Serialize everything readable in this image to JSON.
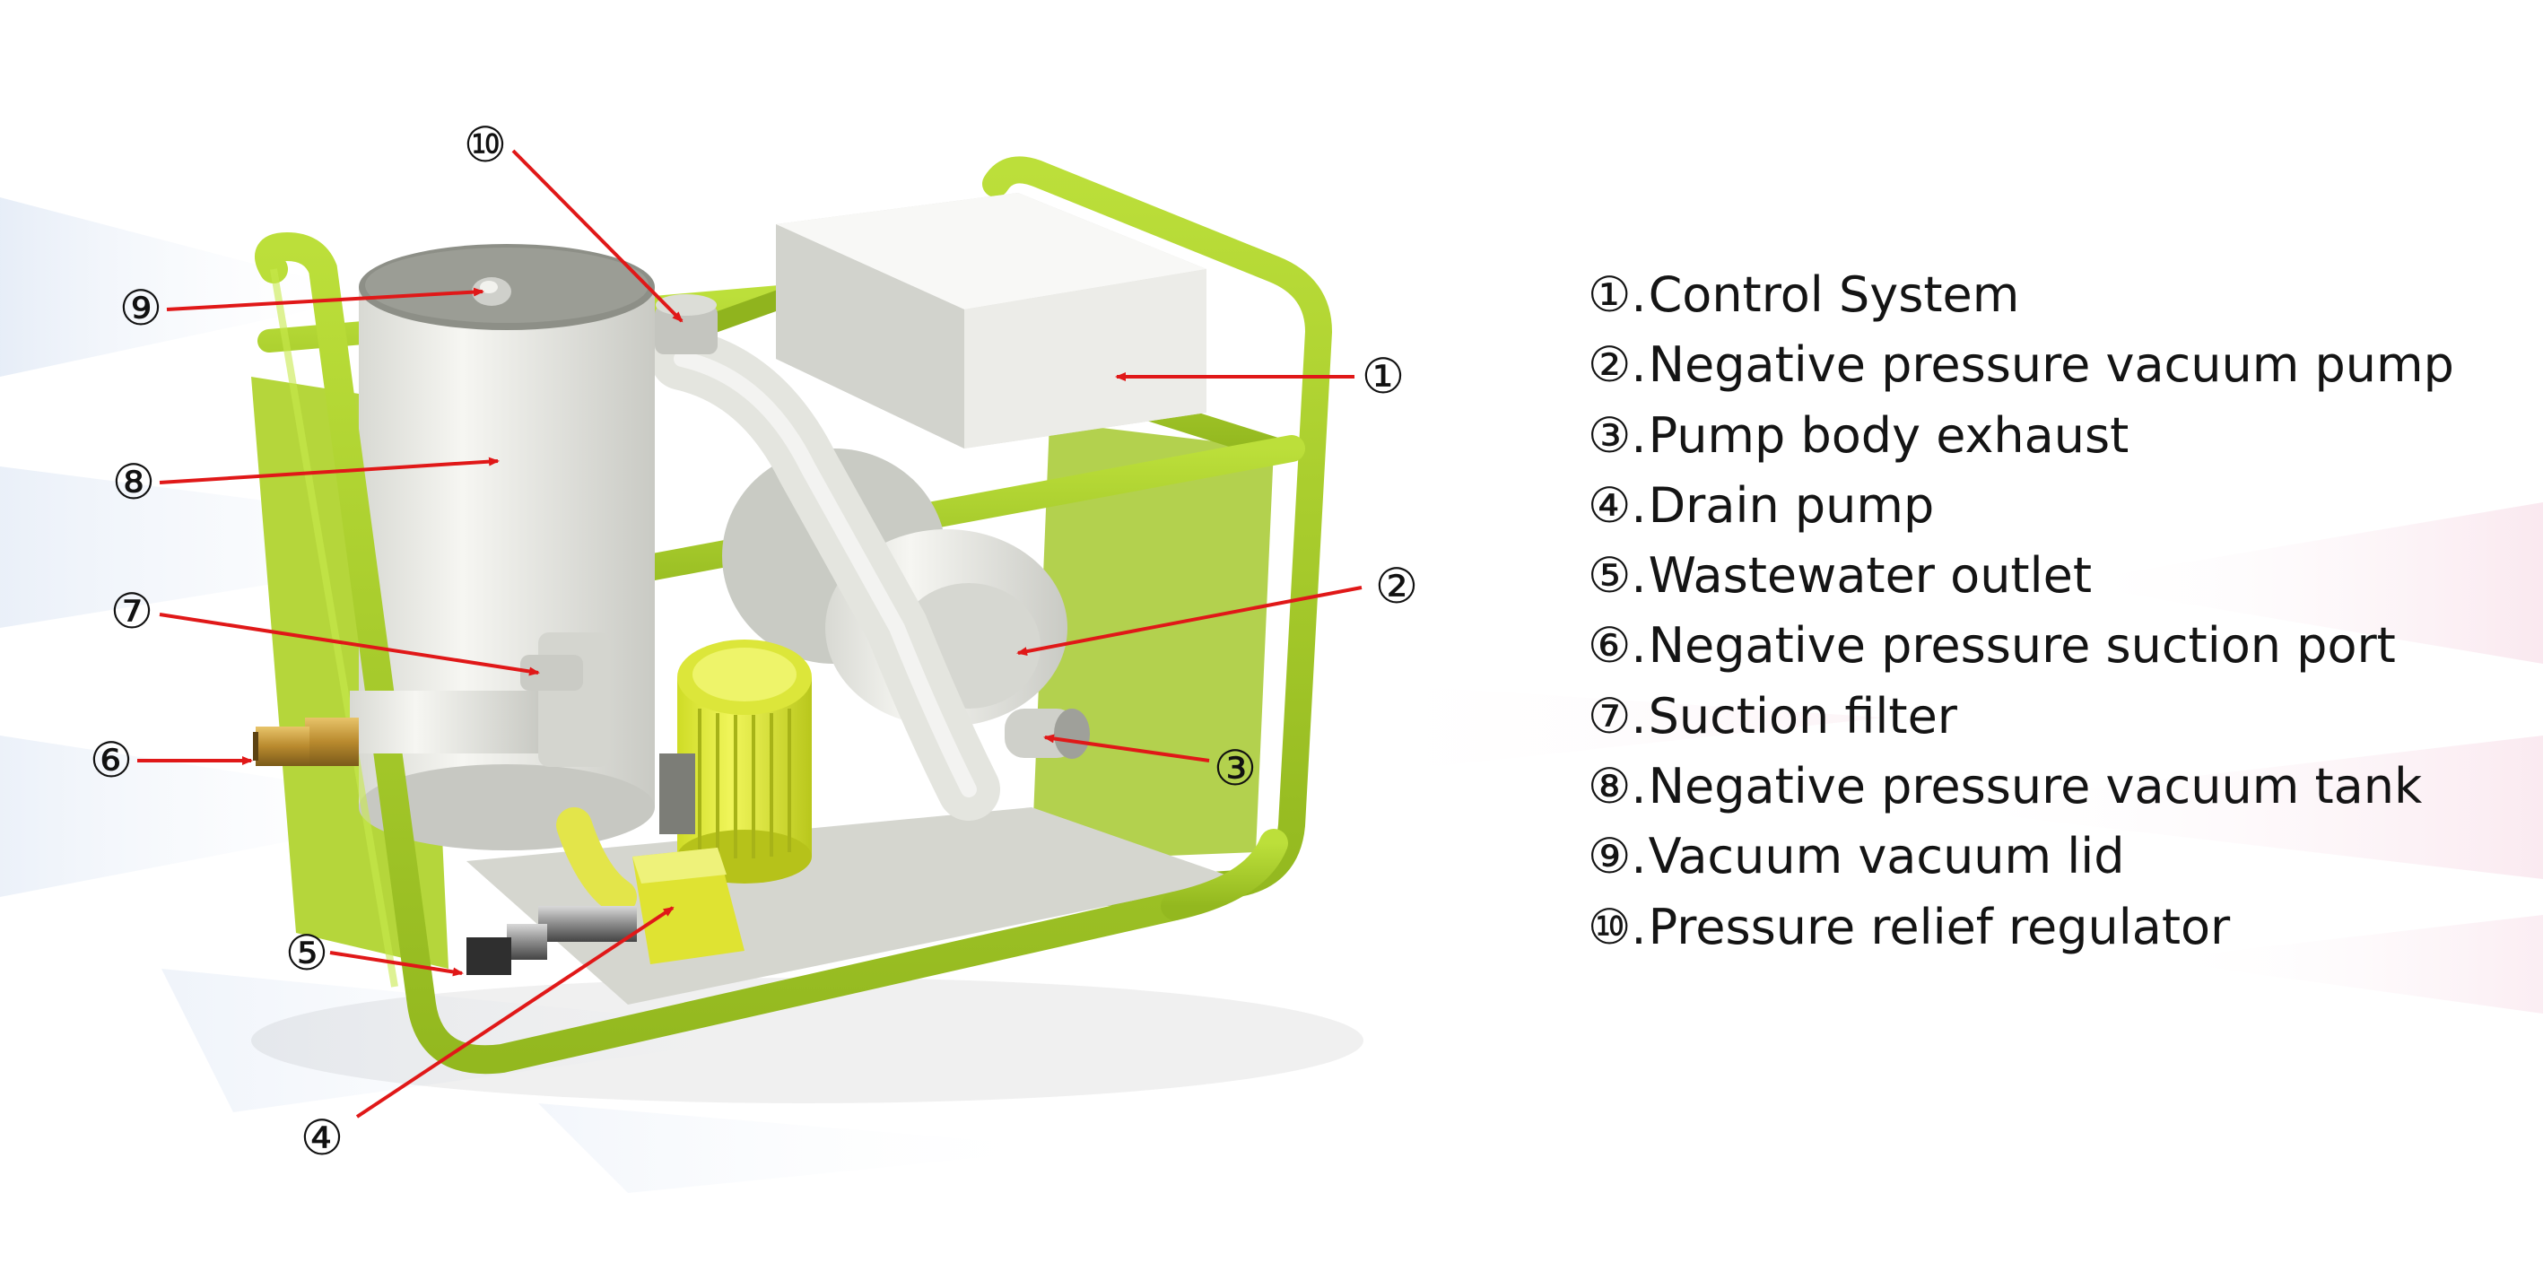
{
  "colors": {
    "frame": "#a9cf2c",
    "frame_dark": "#7ea01a",
    "panel": "#b7d83a",
    "arrow": "#e01818",
    "tank": "#ecede8",
    "housing": "#dadbd5",
    "motor": "#e4ee3a",
    "text": "#141414"
  },
  "callouts": [
    {
      "id": 1,
      "symbol": "①"
    },
    {
      "id": 2,
      "symbol": "②"
    },
    {
      "id": 3,
      "symbol": "③"
    },
    {
      "id": 4,
      "symbol": "④"
    },
    {
      "id": 5,
      "symbol": "⑤"
    },
    {
      "id": 6,
      "symbol": "⑥"
    },
    {
      "id": 7,
      "symbol": "⑦"
    },
    {
      "id": 8,
      "symbol": "⑧"
    },
    {
      "id": 9,
      "symbol": "⑨"
    },
    {
      "id": 10,
      "symbol": "⑩"
    }
  ],
  "legend": [
    {
      "symbol": "①",
      "label": "Control System"
    },
    {
      "symbol": "②",
      "label": "Negative pressure vacuum pump"
    },
    {
      "symbol": "③",
      "label": "Pump body exhaust"
    },
    {
      "symbol": "④",
      "label": "Drain pump"
    },
    {
      "symbol": "⑤",
      "label": "Wastewater outlet"
    },
    {
      "symbol": "⑥",
      "label": "Negative pressure suction port"
    },
    {
      "symbol": "⑦",
      "label": "Suction filter"
    },
    {
      "symbol": "⑧",
      "label": "Negative pressure vacuum tank"
    },
    {
      "symbol": "⑨",
      "label": "Vacuum vacuum lid"
    },
    {
      "symbol": "⑩",
      "label": "Pressure relief regulator"
    }
  ]
}
